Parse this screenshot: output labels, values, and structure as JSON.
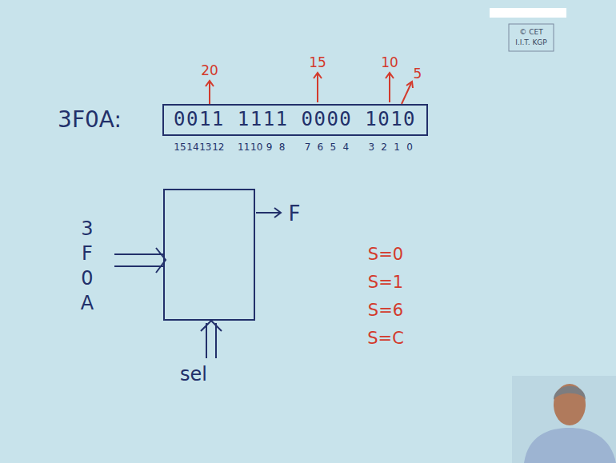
{
  "diagram": {
    "nodes": [
      {
        "text": [
          "0011 1111 0000 1010"
        ]
      }
    ],
    "labels": [
      "3F0A:",
      "15",
      "14",
      "13",
      "12",
      "11",
      "10",
      "9",
      "8",
      "7",
      "6",
      "5",
      "4",
      "3",
      "2",
      "1",
      "0",
      "20",
      "15",
      "10",
      "5",
      "3",
      "F",
      "0",
      "A",
      "F",
      "sel",
      "S=0",
      "S=1",
      "S=6",
      "S=C",
      "© CET",
      "I.I.T. KGP"
    ]
  }
}
